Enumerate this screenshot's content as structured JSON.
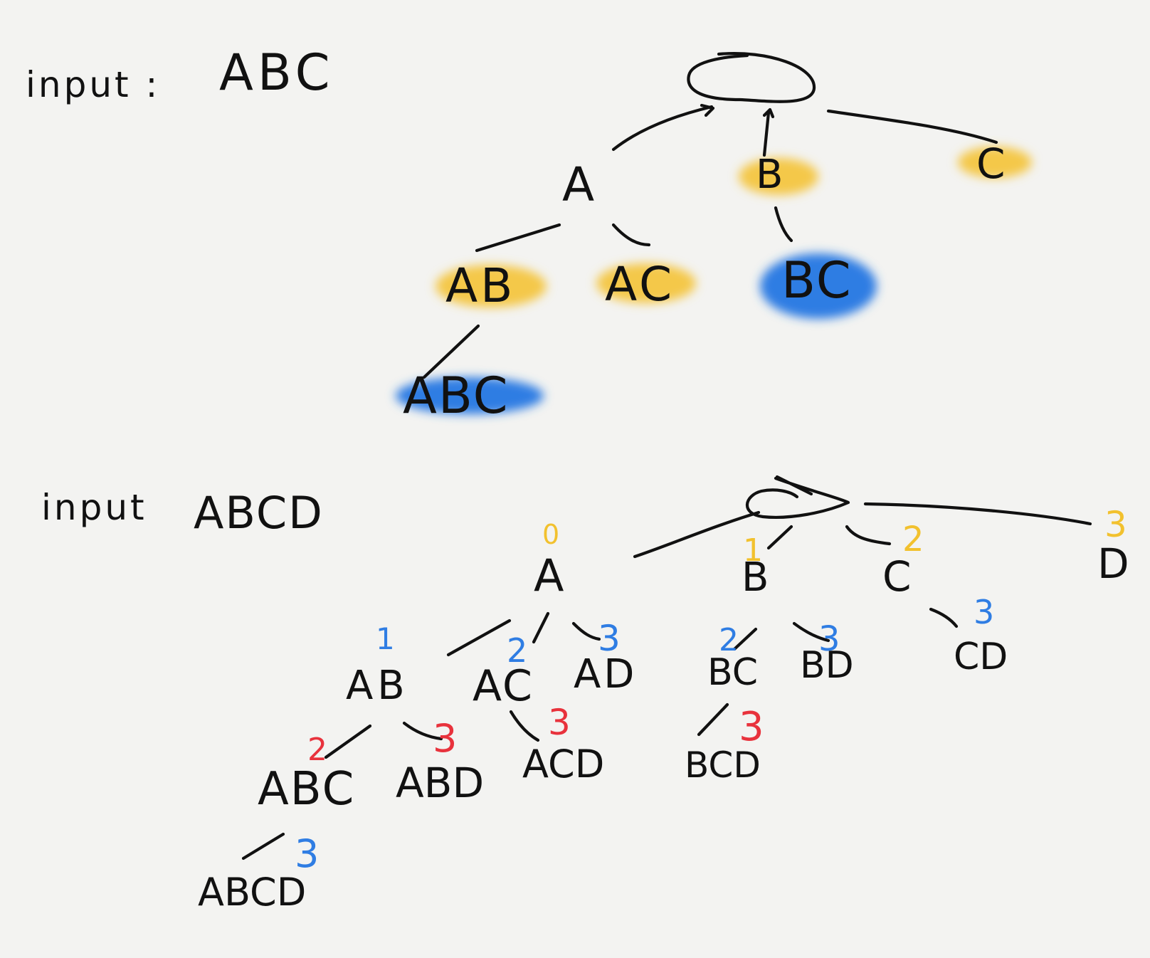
{
  "colors": {
    "ink": "#111111",
    "paper": "#f3f3f1",
    "highlight_yellow": "#f4c84a",
    "highlight_blue": "#2f7de3",
    "num_yellow": "#f2c12e",
    "num_blue": "#2f7de3",
    "num_red": "#e8323c"
  },
  "diagram1": {
    "caption_prefix": "input :",
    "caption_value": "ABC",
    "nodes": {
      "a": "A",
      "b": "B",
      "c": "C",
      "ab": "AB",
      "ac": "AC",
      "bc": "BC",
      "abc": "ABC"
    },
    "highlights": {
      "b": "yellow",
      "c": "yellow",
      "ab": "yellow",
      "ac": "yellow",
      "bc": "blue",
      "abc": "blue"
    }
  },
  "diagram2": {
    "caption_prefix": "input",
    "caption_value": "ABCD",
    "nodes": {
      "a": "A",
      "b": "B",
      "c": "C",
      "d": "D",
      "ab": "AB",
      "ac": "AC",
      "ad": "AD",
      "bc": "BC",
      "bd": "BD",
      "cd": "CD",
      "abc": "ABC",
      "abd": "ABD",
      "acd": "ACD",
      "bcd": "BCD",
      "abcd": "ABCD"
    },
    "index_labels": {
      "a": "0",
      "b": "1",
      "c": "2",
      "d": "3",
      "ab": "1",
      "ac": "2",
      "ad": "3",
      "bc": "2",
      "bd": "3",
      "cd": "3",
      "abc": "2",
      "abd": "3",
      "acd": "3",
      "bcd": "3",
      "abcd": "3"
    }
  }
}
